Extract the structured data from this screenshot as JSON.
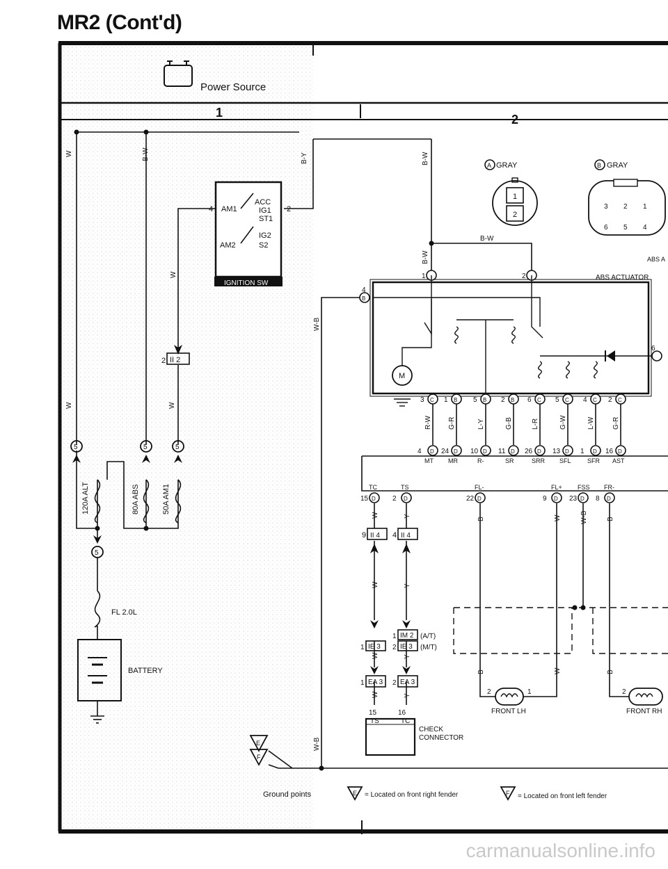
{
  "header": {
    "title": "MR2 (Cont'd)"
  },
  "power_source_label": "Power Source",
  "section_numbers": [
    "1",
    "2"
  ],
  "ignition_switch": {
    "name": "IGNITION SW",
    "terminals": [
      "ACC",
      "IG1",
      "ST1",
      "IG2",
      "S2",
      "AM1",
      "AM2"
    ],
    "pin_am1": "4",
    "pin_right": "2"
  },
  "fuses": [
    {
      "label": "120A ALT"
    },
    {
      "label": "80A ABS"
    },
    {
      "label": "50A AM1"
    },
    {
      "label": "FL 2.0L"
    }
  ],
  "fusible_link_block_id": "5",
  "battery_label": "BATTERY",
  "wire_colors": {
    "w": "W",
    "bw": "B-W",
    "by": "B-Y",
    "wb": "W-B",
    "b": "B",
    "y": "Y"
  },
  "junction": {
    "ii2_pin": "2",
    "ii2": "II 2"
  },
  "connectors": {
    "a": {
      "id": "A",
      "color": "GRAY",
      "pins": [
        "1",
        "2"
      ]
    },
    "b": {
      "id": "B",
      "color": "GRAY",
      "pins": [
        "3",
        "2",
        "1",
        "6",
        "5",
        "4"
      ]
    }
  },
  "abs_actuator": {
    "name": "ABS ACTUATOR",
    "edge_label": "ABS A",
    "motor": "M",
    "pin_left_num": "4",
    "pin_left_id": "B",
    "pin_a1": "1",
    "pin_a2": "2",
    "pin_b6": "6",
    "bottom_pins": [
      {
        "num": "3",
        "id": "C",
        "wire": "R-W"
      },
      {
        "num": "1",
        "id": "B",
        "wire": "G-R"
      },
      {
        "num": "5",
        "id": "B",
        "wire": "L-Y"
      },
      {
        "num": "2",
        "id": "B",
        "wire": "G-B"
      },
      {
        "num": "6",
        "id": "C",
        "wire": "L-R"
      },
      {
        "num": "5",
        "id": "C",
        "wire": "G-W"
      },
      {
        "num": "4",
        "id": "C",
        "wire": "L-W"
      },
      {
        "num": "2",
        "id": "C",
        "wire": "G-R"
      }
    ]
  },
  "ecu_top_pins": [
    {
      "num": "4",
      "id": "D",
      "name": "MT"
    },
    {
      "num": "24",
      "id": "D",
      "name": "MR"
    },
    {
      "num": "10",
      "id": "D",
      "name": "R-"
    },
    {
      "num": "11",
      "id": "D",
      "name": "SR"
    },
    {
      "num": "26",
      "id": "D",
      "name": "SRR"
    },
    {
      "num": "13",
      "id": "D",
      "name": "SFL"
    },
    {
      "num": "1",
      "id": "D",
      "name": "SFR"
    },
    {
      "num": "16",
      "id": "D",
      "name": "AST"
    }
  ],
  "ecu_bottom_pins": [
    {
      "name": "TC",
      "num": "15",
      "id": "D"
    },
    {
      "name": "TS",
      "num": "2",
      "id": "D"
    },
    {
      "name": "FL-",
      "num": "22",
      "id": "D"
    },
    {
      "name": "FL+",
      "num": "9",
      "id": "D"
    },
    {
      "name": "FSS",
      "num": "23",
      "id": "D"
    },
    {
      "name": "FR-",
      "num": "8",
      "id": "D"
    }
  ],
  "junction_ii4": {
    "pin_left": "9",
    "pin_right": "4",
    "label": "II 4"
  },
  "junction_ie3": {
    "pin_left": "1",
    "label_left": "IE 3",
    "pin_right": "2",
    "label_right": "IE 3"
  },
  "junction_im2": {
    "pin": "1",
    "label": "IM 2"
  },
  "variants": {
    "at": "(A/T)",
    "mt": "(M/T)"
  },
  "junction_ea3": {
    "pin_left": "1",
    "label_left": "EA 3",
    "pin_right": "2",
    "label_right": "EA 3"
  },
  "check_connector": {
    "name": "CHECK CONNECTOR",
    "line1": "CHECK",
    "line2": "CONNECTOR",
    "pin_left_num": "15",
    "pin_right_num": "16",
    "pin_left": "TS",
    "pin_right": "TC"
  },
  "sensors": [
    {
      "label": "FRONT LH",
      "pin_left": "2",
      "pin_right": "1"
    },
    {
      "label": "FRONT RH",
      "pin_left": "2"
    }
  ],
  "ground": {
    "ground_points_label": "Ground points",
    "e_id": "E",
    "f_id": "F",
    "e_note": "= Located on front right fender",
    "f_note": "= Located on front left fender"
  },
  "footer": {
    "watermark": "carmanualsonline.info"
  }
}
